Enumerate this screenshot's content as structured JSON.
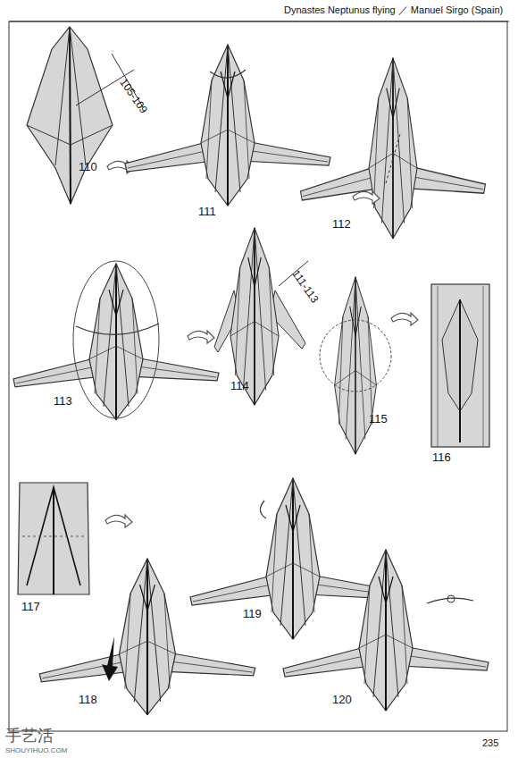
{
  "diagram": {
    "labels": [
      "Dynastes Neptunus flying ／ Manuel Sirgo (Spain)",
      "110",
      "105-109",
      "111",
      "112",
      "113",
      "114",
      "111-113",
      "115",
      "116",
      "117",
      "118",
      "119",
      "120",
      "235",
      "手艺活",
      "SHOUYIHUO.COM"
    ]
  }
}
